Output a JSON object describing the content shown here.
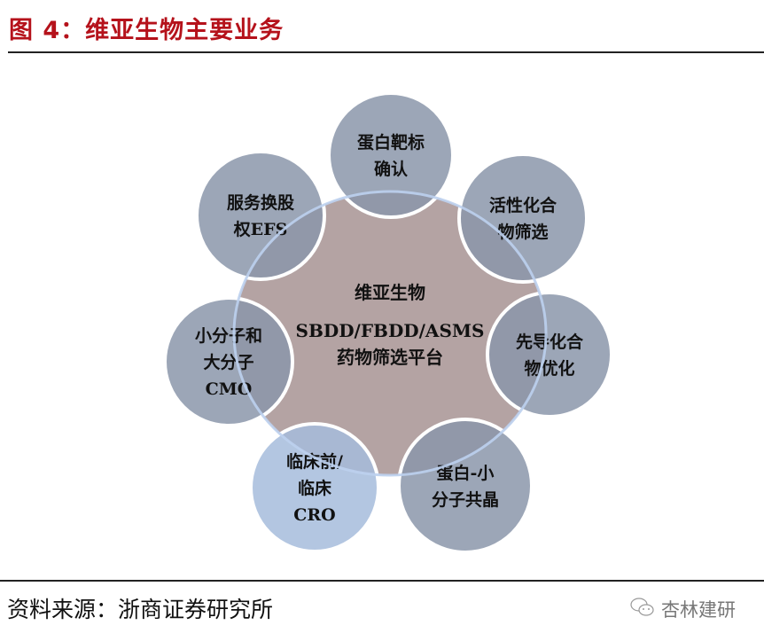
{
  "title": "图 4：维亚生物主要业务",
  "center": {
    "lines": [
      "维亚生物",
      "SBDD/FBDD/ASMS",
      "药物筛选平台"
    ]
  },
  "nodes": [
    {
      "lines": [
        "蛋白靶标",
        "确认"
      ],
      "color": "#8b97aa"
    },
    {
      "lines": [
        "活性化合",
        "物筛选"
      ],
      "color": "#8b97aa"
    },
    {
      "lines": [
        "先导化合",
        "物优化"
      ],
      "color": "#8b97aa"
    },
    {
      "lines": [
        "蛋白-小",
        "分子共晶"
      ],
      "color": "#8b97aa"
    },
    {
      "lines": [
        "临床前/",
        "临床",
        "CRO"
      ],
      "color": "#a6bcdc"
    },
    {
      "lines": [
        "小分子和",
        "大分子",
        "CMO"
      ],
      "color": "#8b97aa"
    },
    {
      "lines": [
        "服务换股",
        "权EFS"
      ],
      "color": "#8b97aa"
    }
  ],
  "colors": {
    "title": "#b5121b",
    "center_fill": "#b4a3a3",
    "ring": "#bcd0ee"
  },
  "source": "资料来源：浙商证券研究所",
  "watermark": "杏林建研"
}
